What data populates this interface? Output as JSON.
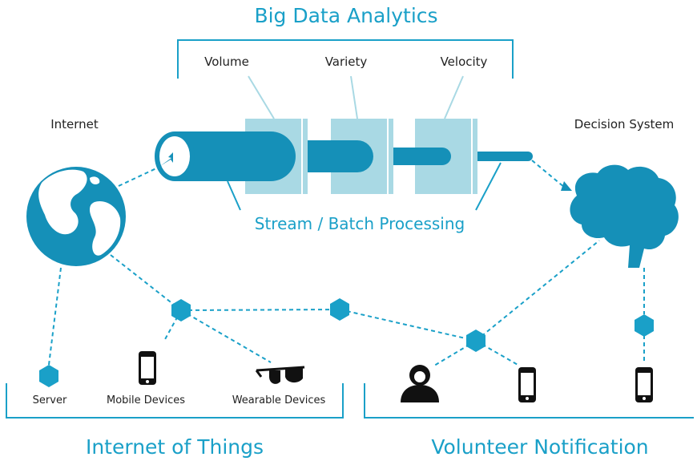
{
  "diagram": {
    "title": "Big Data Analytics",
    "stages": [
      "Volume",
      "Variety",
      "Velocity"
    ],
    "processing_label": "Stream / Batch Processing",
    "internet_label": "Internet",
    "decision_label": "Decision System",
    "iot_devices": [
      "Server",
      "Mobile Devices",
      "Wearable Devices"
    ],
    "iot_label": "Internet of Things",
    "volunteer_label": "Volunteer Notification",
    "colors": {
      "accent": "#1aa0c8",
      "box": "#a9d9e4",
      "text": "#222222"
    }
  }
}
